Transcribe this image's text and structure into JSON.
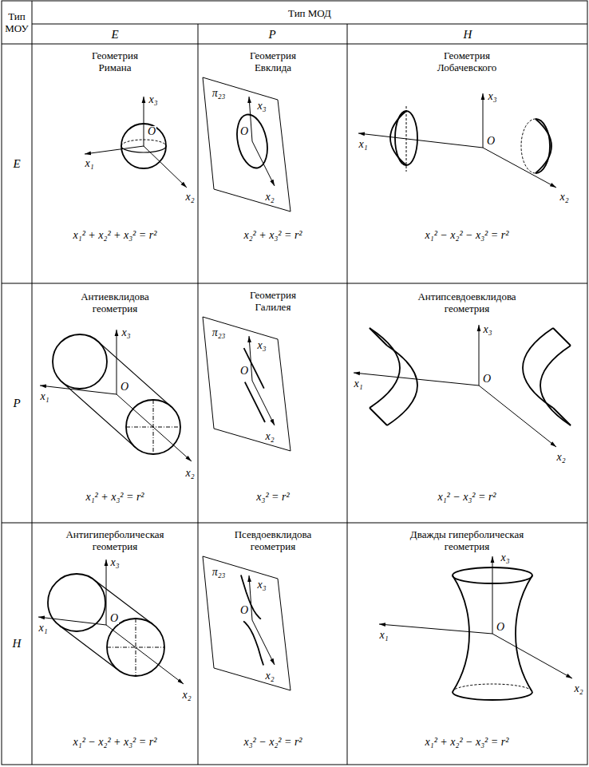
{
  "diagram": {
    "labels": [
      "Тип МОУ",
      "Тип МОД",
      "E",
      "P",
      "H",
      "E",
      "Геометрия Римана",
      "x₃",
      "x₁",
      "O",
      "x₂",
      "x₁² + x₂² + x₃² = r²",
      "Геометрия Евклида",
      "π₂₃",
      "x₃",
      "O",
      "x₂",
      "x₂² + x₃² = r²",
      "Геометрия Лобачевского",
      "x₃",
      "x₁",
      "O",
      "x₂",
      "x₁² − x₂² − x₃² = r²",
      "P",
      "Антиевклидова геометрия",
      "x₃",
      "x₁",
      "O",
      "x₂",
      "x₁² + x₃² = r²",
      "Геометрия Галилея",
      "π₂₃",
      "x₃",
      "O",
      "x₂",
      "x₃² = r²",
      "Антипсевдоевклидова геометрия",
      "x₃",
      "x₁",
      "O",
      "x₂",
      "x₁² − x₃² = r²",
      "H",
      "Антигиперболическая геометрия",
      "x₃",
      "x₁",
      "O",
      "x₂",
      "x₁² − x₂² + x₃² = r²",
      "Псевдоевклидова геометрия",
      "π₂₃",
      "x₃",
      "O",
      "x₂",
      "x₃² − x₂² = r²",
      "Дважды гиперболическая геометрия",
      "x₃",
      "x₁",
      "O",
      "x₂",
      "x₁² + x₂² − x₃² = r²"
    ]
  }
}
